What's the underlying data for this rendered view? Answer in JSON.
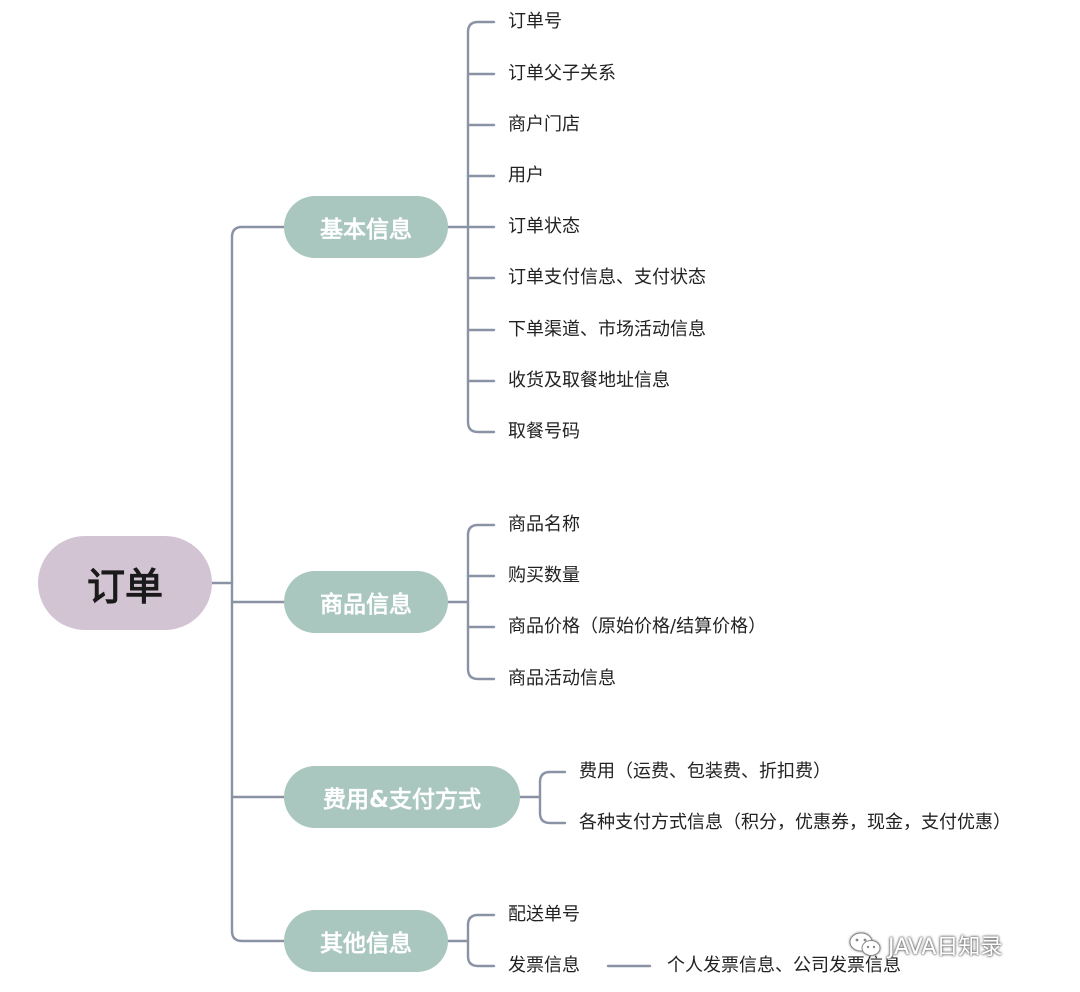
{
  "root": {
    "label": "订单"
  },
  "branches": [
    {
      "label": "基本信息",
      "items": [
        "订单号",
        "订单父子关系",
        "商户门店",
        "用户",
        "订单状态",
        "订单支付信息、支付状态",
        "下单渠道、市场活动信息",
        "收货及取餐地址信息",
        "取餐号码"
      ]
    },
    {
      "label": "商品信息",
      "items": [
        "商品名称",
        "购买数量",
        "商品价格（原始价格/结算价格）",
        "商品活动信息"
      ]
    },
    {
      "label": "费用&支付方式",
      "items": [
        "费用（运费、包装费、折扣费）",
        "各种支付方式信息（积分，优惠券，现金，支付优惠）"
      ]
    },
    {
      "label": "其他信息",
      "items": [
        "配送单号",
        "发票信息"
      ]
    }
  ],
  "sub_leaf": {
    "label": "个人发票信息、公司发票信息"
  },
  "watermark": {
    "text": "JAVA日知录",
    "icon": "wechat-icon"
  },
  "colors": {
    "root": "#d3c4d3",
    "branch": "#a9c7bf",
    "line": "#8a93a6"
  }
}
